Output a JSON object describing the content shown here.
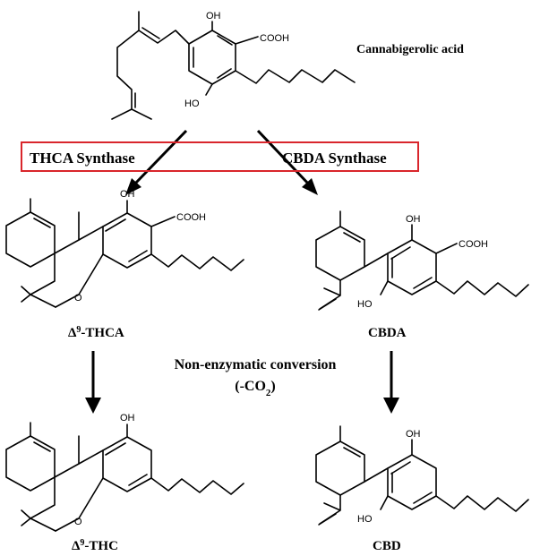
{
  "compounds": {
    "cbga": {
      "name": "Cannabigerolic acid"
    },
    "thca": {
      "name_prefix": "Δ",
      "name_sup": "9",
      "name_suffix": "-THCA"
    },
    "cbda": {
      "name": "CBDA"
    },
    "thc": {
      "name_prefix": "Δ",
      "name_sup": "9",
      "name_suffix": "-THC"
    },
    "cbd": {
      "name": "CBD"
    }
  },
  "enzymes": {
    "thca_synthase": "THCA Synthase",
    "cbda_synthase": "CBDA Synthase",
    "box_color": "#d9262c"
  },
  "conversion": {
    "line1": "Non-enzymatic conversion",
    "line2_prefix": "(-CO",
    "line2_sub": "2",
    "line2_suffix": ")"
  },
  "atom_labels": {
    "oh": "OH",
    "ho": "HO",
    "cooh": "COOH",
    "o": "O"
  }
}
